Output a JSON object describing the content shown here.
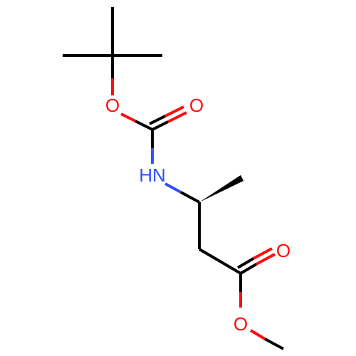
{
  "molecule": {
    "atoms": {
      "O_ether": {
        "label": "O",
        "color": "#ff0d0d"
      },
      "O_carbonyl": {
        "label": "O",
        "color": "#ff0d0d"
      },
      "NH": {
        "label": "HN",
        "color": "#3050f8"
      },
      "O_ester_carbonyl": {
        "label": "O",
        "color": "#ff0d0d"
      },
      "O_ester": {
        "label": "O",
        "color": "#ff0d0d"
      }
    },
    "colors": {
      "bond": "#000000",
      "oxygen": "#ff0d0d",
      "nitrogen": "#3050f8",
      "background": "#ffffff"
    }
  }
}
